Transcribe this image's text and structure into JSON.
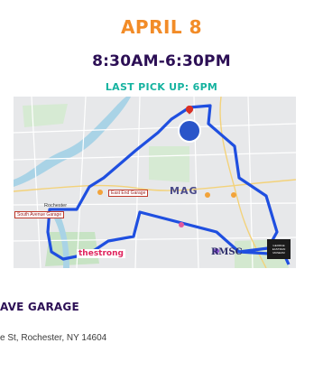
{
  "event": {
    "date": "APRIL 8",
    "hours": "8:30AM-6:30PM",
    "last_pickup": "LAST PICK UP: 6PM"
  },
  "map": {
    "icons": [
      "rochester-badge-icon",
      "location-pin-icon",
      "museum-pin-icon"
    ],
    "labels": {
      "mag": "MAG",
      "rmsc": "RMSC",
      "strong": "thestrong",
      "east_end_garage": "East End Garage",
      "south_avenue_garage": "South Avenue Garage",
      "rochester": "Rochester",
      "george_eastman": "GEORGE EASTMAN MUSEUM"
    },
    "colors": {
      "route": "#1f4fe0",
      "land": "#e7e8ea",
      "water": "#a9d3e6",
      "park": "#c7e3c4",
      "pin": "#d93025"
    }
  },
  "location": {
    "name": "AVE GARAGE",
    "address": "e St, Rochester, NY 14604"
  },
  "colors": {
    "date": "#f28c28",
    "hours": "#2c0f55",
    "last_pickup": "#16b3a0"
  }
}
